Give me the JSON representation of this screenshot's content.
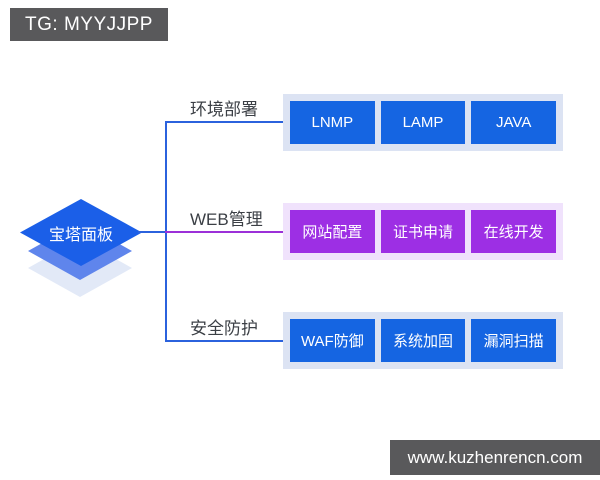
{
  "watermarks": {
    "top": "TG: MYYJJPP",
    "bottom": "www.kuzhenrencn.com"
  },
  "root": {
    "label": "宝塔面板"
  },
  "branches": [
    {
      "label": "环境部署",
      "theme": "blue",
      "items": [
        "LNMP",
        "LAMP",
        "JAVA"
      ]
    },
    {
      "label": "WEB管理",
      "theme": "purple",
      "items": [
        "网站配置",
        "证书申请",
        "在线开发"
      ]
    },
    {
      "label": "安全防护",
      "theme": "blue",
      "items": [
        "WAF防御",
        "系统加固",
        "漏洞扫描"
      ]
    }
  ],
  "colors": {
    "node_blue": "#1565e2",
    "node_purple": "#9d2fe4",
    "line_blue": "#2b62dd",
    "line_purple": "#9c30d8",
    "row_blue_bg": "#dce3f3",
    "row_purple_bg": "#f0e2fc",
    "badge_bg": "#59595b",
    "diamond_top": "#1b5fe8",
    "diamond_mid": "#5f85ec",
    "diamond_low": "#e2e9f7"
  }
}
